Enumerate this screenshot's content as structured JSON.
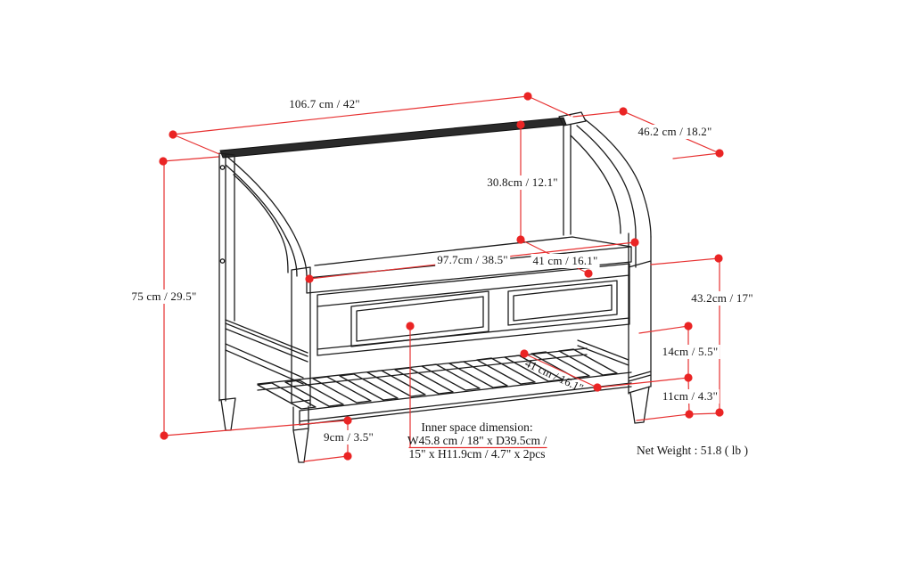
{
  "diagram": {
    "dimensions": {
      "overall_width": "106.7 cm / 42\"",
      "overall_depth": "46.2 cm / 18.2\"",
      "back_height": "30.8cm / 12.1\"",
      "overall_height": "75 cm / 29.5\"",
      "inner_width": "97.7cm / 38.5\"",
      "seat_depth": "41 cm / 16.1\"",
      "seat_height": "43.2cm / 17\"",
      "shelf_to_seat": "14cm / 5.5\"",
      "shelf_rail_height": "11cm / 4.3\"",
      "floor_clearance": "9cm / 3.5\"",
      "shelf_depth": "41 cm / 16.1\""
    },
    "notes": {
      "inner_space_title": "Inner space dimension:",
      "inner_space_line1": "W45.8 cm / 18\" x D39.5cm /",
      "inner_space_line2": "15\" x H11.9cm / 4.7\" x 2pcs",
      "net_weight": "Net Weight : 51.8 ( lb )"
    },
    "colors": {
      "dimension_red": "#e73131",
      "dot_red": "#ea2424",
      "line_black": "#1b1b1b",
      "background": "#ffffff"
    }
  }
}
